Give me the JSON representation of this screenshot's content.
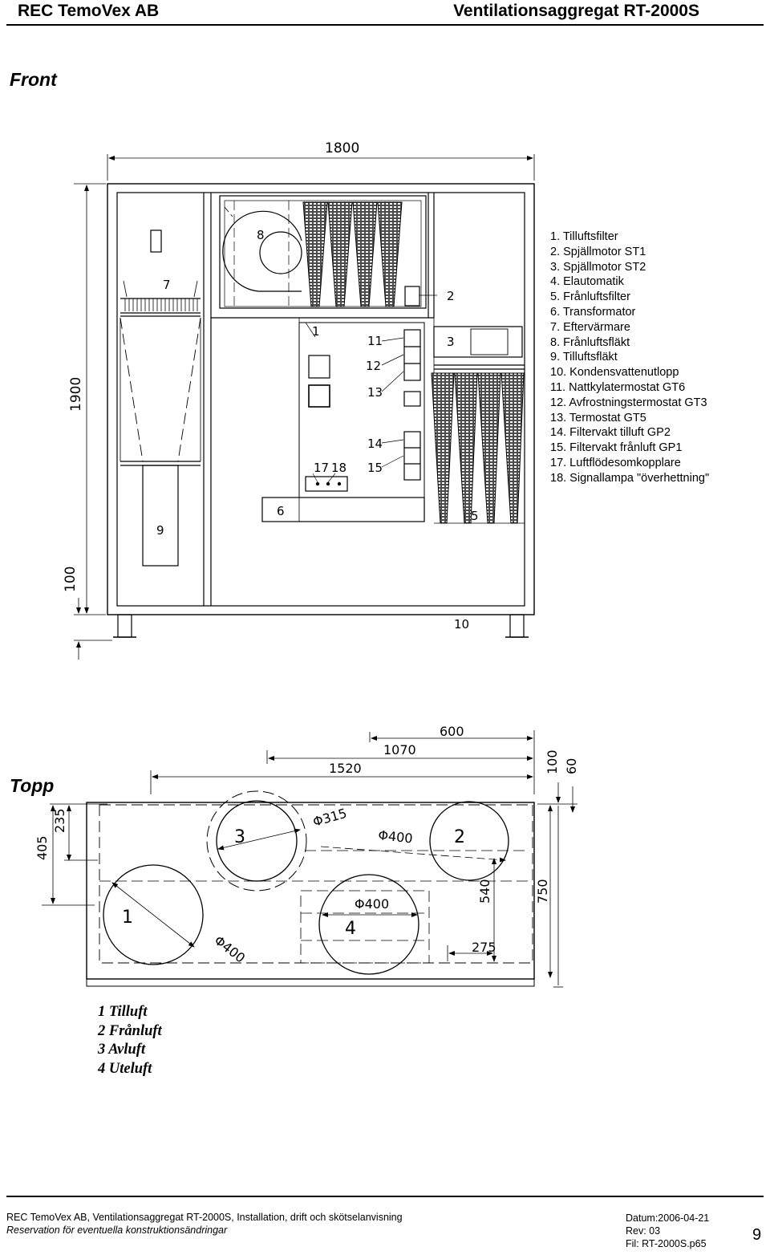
{
  "header": {
    "company": "REC TemoVex  AB",
    "product": "Ventilationsaggregat RT-2000S"
  },
  "front": {
    "title": "Front",
    "dim_width": "1800",
    "dim_height": "1900",
    "dim_base": "100",
    "callouts": {
      "c1": "1",
      "c2": "2",
      "c3": "3",
      "c5": "5",
      "c6": "6",
      "c7": "7",
      "c8": "8",
      "c9": "9",
      "c10": "10",
      "c11": "11",
      "c12": "12",
      "c13": "13",
      "c14": "14",
      "c15": "15",
      "c17": "17",
      "c18": "18"
    },
    "legend": [
      "1. Tilluftsfilter",
      "2. Spjällmotor ST1",
      "3. Spjällmotor ST2",
      "4. Elautomatik",
      "5. Frånluftsfilter",
      "6. Transformator",
      "7. Eftervärmare",
      "8. Frånluftsfläkt",
      "9. Tilluftsfläkt",
      "10. Kondensvattenutlopp",
      "11. Nattkylatermostat GT6",
      "12. Avfrostningstermostat GT3",
      "13. Termostat GT5",
      "14. Filtervakt tilluft GP2",
      "15. Filtervakt frånluft GP1",
      "17. Luftflödesomkopplare",
      "18. Signallampa \"överhettning\""
    ]
  },
  "top": {
    "title": "Topp",
    "dim_600": "600",
    "dim_1070": "1070",
    "dim_1520": "1520",
    "dim_100": "100",
    "dim_60": "60",
    "dim_405": "405",
    "dim_235": "235",
    "dim_540": "540",
    "dim_750": "750",
    "dim_275": "275",
    "dia_315": "Φ315",
    "dia_400_a": "Φ400",
    "dia_400_b": "Φ400",
    "dia_400_c": "Φ400",
    "port1": "1",
    "port2": "2",
    "port3": "3",
    "port4": "4",
    "flows": [
      "1 Tilluft",
      "2 Frånluft",
      "3 Avluft",
      "4 Uteluft"
    ]
  },
  "footer": {
    "line1": "REC TemoVex AB, Ventilationsaggregat RT-2000S, Installation, drift och skötselanvisning",
    "line2": "Reservation för eventuella konstruktionsändringar",
    "date": "Datum:2006-04-21",
    "rev": "Rev: 03",
    "file": "Fil: RT-2000S.p65",
    "page": "9"
  }
}
